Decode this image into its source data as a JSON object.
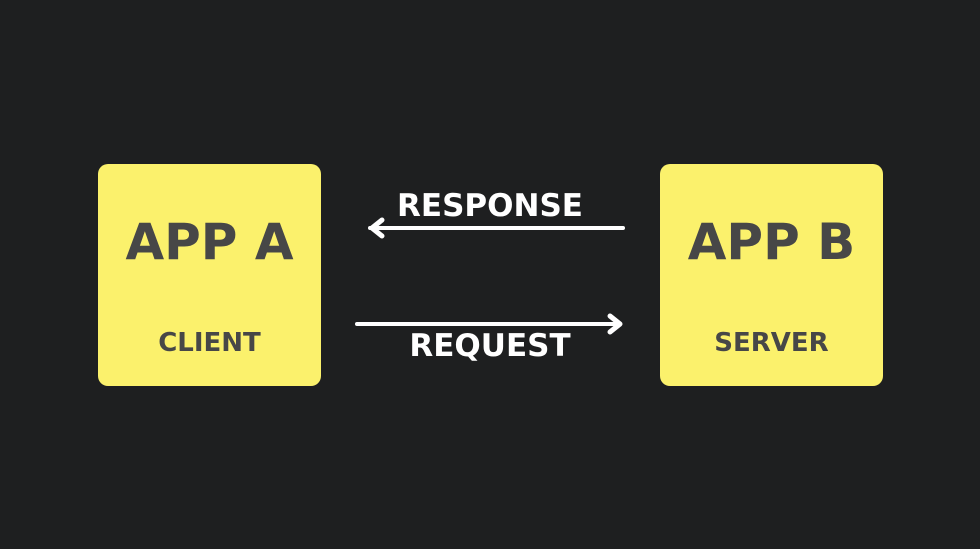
{
  "colors": {
    "background": "#1e1f20",
    "box": "#fbf16c",
    "box_text": "#474747",
    "arrow": "#ffffff"
  },
  "client": {
    "title": "APP A",
    "role": "CLIENT"
  },
  "server": {
    "title": "APP B",
    "role": "SERVER"
  },
  "arrows": {
    "response_label": "RESPONSE",
    "request_label": "REQUEST"
  }
}
